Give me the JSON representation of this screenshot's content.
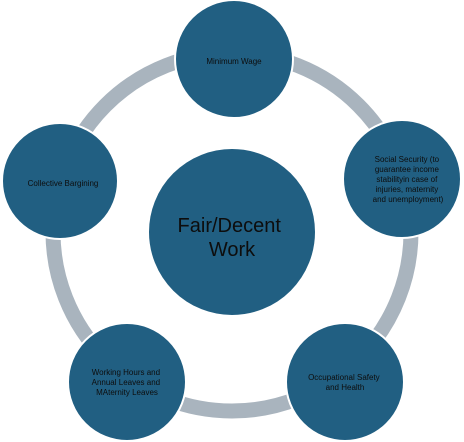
{
  "colors": {
    "ring": "#a9b4be",
    "circle_fill": "#215f82",
    "circle_stroke": "#ffffff",
    "text": "#0d0d0d"
  },
  "center": {
    "lines": [
      "Fair/Decent",
      "Work"
    ]
  },
  "nodes": [
    {
      "lines": [
        "Minimum Wage"
      ]
    },
    {
      "lines": [
        "Social Security (to",
        "guarantee income",
        "stabilityin case of",
        "injuries, maternity",
        "and unemployment)"
      ]
    },
    {
      "lines": [
        "Occupational Safety",
        "and Health"
      ]
    },
    {
      "lines": [
        "Working  Hours and",
        "Annual Leaves  and",
        "MAternity Leaves"
      ]
    },
    {
      "lines": [
        "Collective Bargining"
      ]
    }
  ]
}
